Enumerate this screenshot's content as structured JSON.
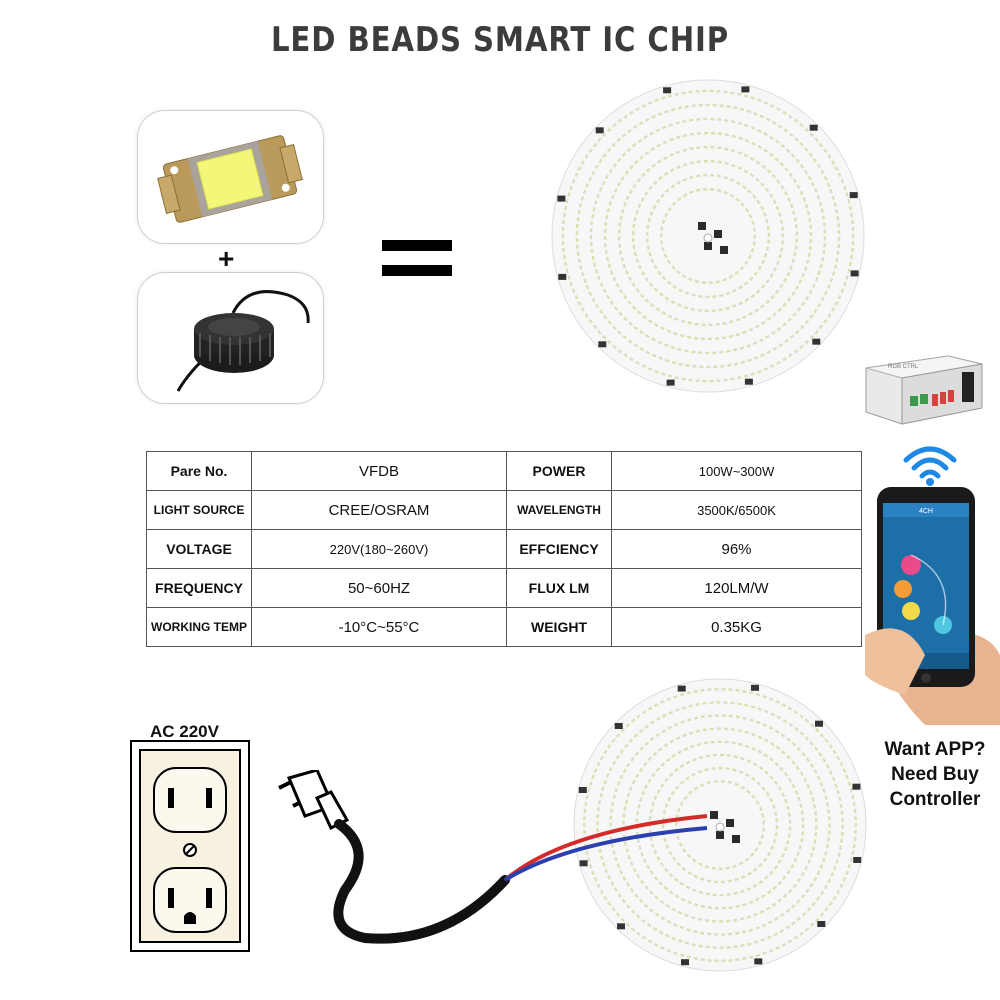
{
  "title": "LED BEADS SMART IC CHIP",
  "plus_sign": "+",
  "equals_icon": "equals-icon",
  "spec_table": {
    "rows": [
      {
        "label1": "Pare No.",
        "value1": "VFDB",
        "label2": "POWER",
        "value2": "100W~300W"
      },
      {
        "label1": "LIGHT SOURCE",
        "value1": "CREE/OSRAM",
        "label2": "WAVELENGTH",
        "value2": "3500K/6500K"
      },
      {
        "label1": "VOLTAGE",
        "value1": "220V(180~260V)",
        "label2": "EFFCIENCY",
        "value2": "96%"
      },
      {
        "label1": "FREQUENCY",
        "value1": "50~60HZ",
        "label2": "FLUX LM",
        "value2": "120LM/W"
      },
      {
        "label1": "WORKING TEMP",
        "value1": "-10°C~55°C",
        "label2": "WEIGHT",
        "value2": "0.35KG"
      }
    ]
  },
  "outlet_label": "AC 220V",
  "controller_note": {
    "line1": "Want APP?",
    "line2": "Need Buy",
    "line3": "Controller"
  },
  "phone_screen_title": "4CH",
  "colors": {
    "title_gray": "#3c3c3c",
    "wire_red": "#d42a2a",
    "wire_blue": "#2a3fb0",
    "wifi_blue": "#1e88e5",
    "board_white": "#f7f7f7"
  },
  "icons": [
    "led-cob-chip-icon",
    "led-driver-icon",
    "equals-icon",
    "led-board-icon",
    "controller-box-icon",
    "wifi-icon",
    "smartphone-icon",
    "wall-outlet-icon",
    "power-plug-icon"
  ]
}
